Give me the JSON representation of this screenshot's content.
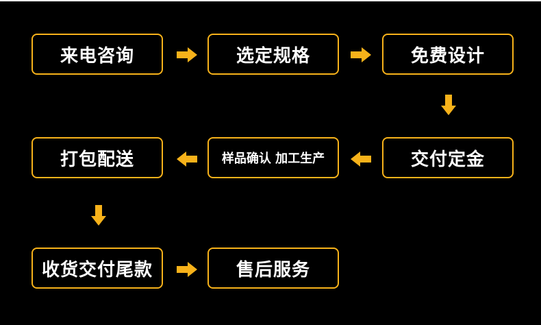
{
  "colors": {
    "accent": "#f7b21a",
    "background": "#000000",
    "text": "#ffffff"
  },
  "steps": [
    {
      "label": "来电咨询"
    },
    {
      "label": "选定规格"
    },
    {
      "label": "免费设计"
    },
    {
      "label": "交付定金"
    },
    {
      "label": "样品确认 加工生产"
    },
    {
      "label": "打包配送"
    },
    {
      "label": "收货交付尾款"
    },
    {
      "label": "售后服务"
    }
  ]
}
